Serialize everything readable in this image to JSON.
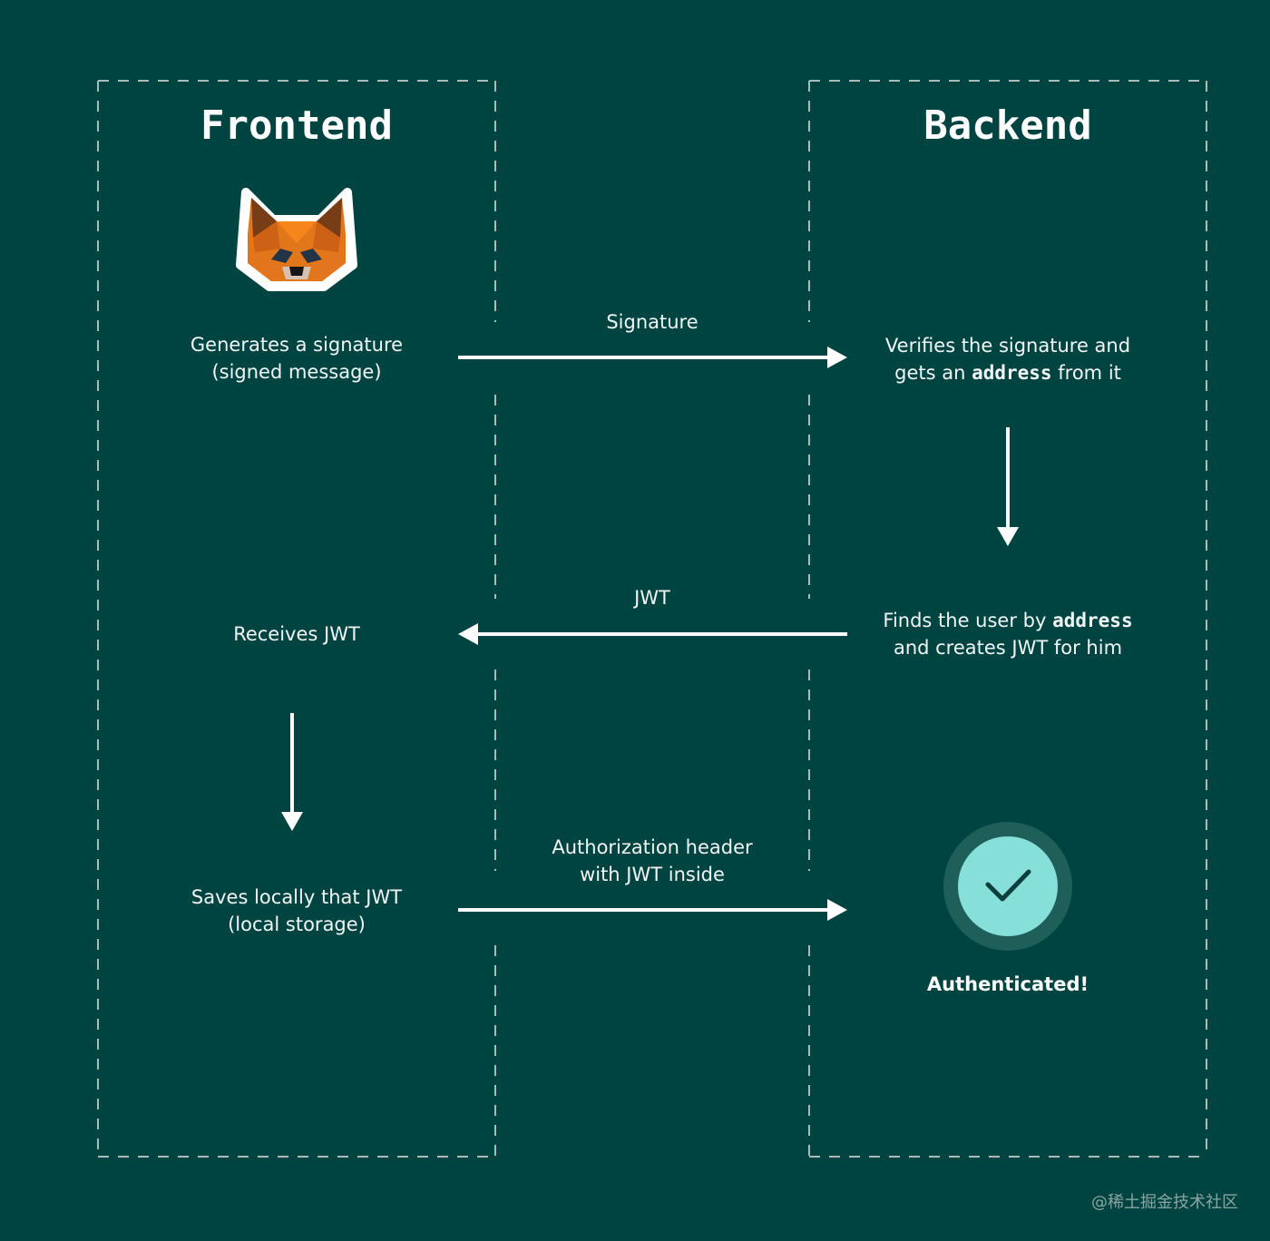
{
  "frontend": {
    "title": "Frontend",
    "step1": {
      "line1": "Generates a signature",
      "line2": "(signed message)"
    },
    "step2": "Receives JWT",
    "step3": {
      "line1": "Saves locally that JWT",
      "line2": "(local storage)"
    },
    "logo_icon": "metamask-fox-icon"
  },
  "backend": {
    "title": "Backend",
    "step1": {
      "line1": "Verifies the signature and",
      "line2_pre": "gets an ",
      "line2_bold": "address",
      "line2_post": " from it"
    },
    "step2": {
      "line1_pre": "Finds the user by ",
      "line1_bold": "address",
      "line2": "and creates JWT for him"
    },
    "step3": "Authenticated!",
    "status_icon": "checkmark-icon"
  },
  "arrows": {
    "signature": "Signature",
    "jwt": "JWT",
    "auth_header": {
      "line1": "Authorization header",
      "line2": "with JWT inside"
    }
  },
  "colors": {
    "background": "#004442",
    "check_outer": "#1e5f5a",
    "check_inner": "#86dfd9",
    "check_mark": "#0c3f3c"
  },
  "watermark": "@稀土掘金技术社区"
}
